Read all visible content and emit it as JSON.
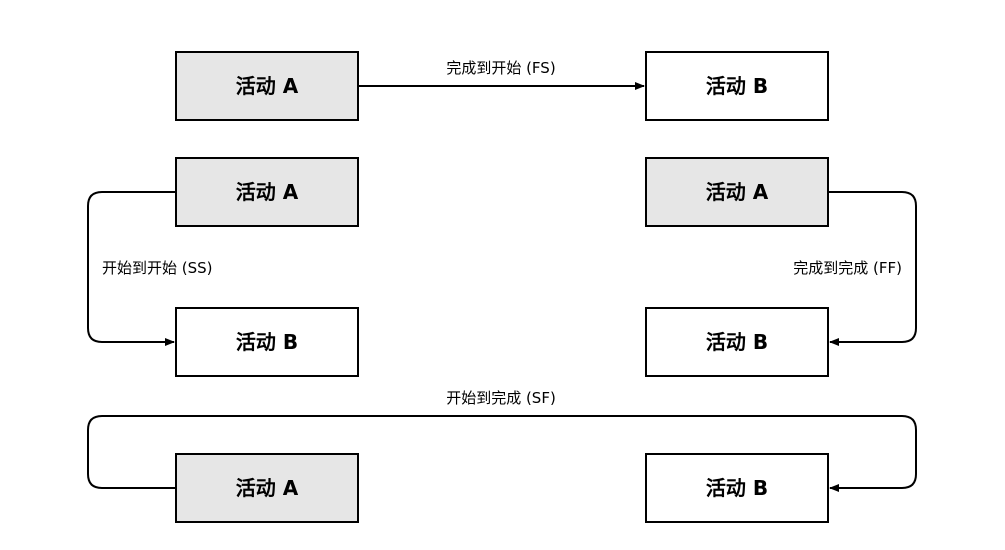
{
  "diagram": {
    "relations": [
      {
        "label": "完成到开始 (FS)",
        "from": "活动 A",
        "to": "活动 B"
      },
      {
        "label": "开始到开始 (SS)",
        "from": "活动 A",
        "to": "活动 B"
      },
      {
        "label": "完成到完成 (FF)",
        "from": "活动 A",
        "to": "活动 B"
      },
      {
        "label": "开始到完成 (SF)",
        "from": "活动 A",
        "to": "活动 B"
      }
    ]
  },
  "colors": {
    "predecessor_fill": "#e6e6e6",
    "successor_fill": "#ffffff",
    "stroke": "#000000"
  }
}
